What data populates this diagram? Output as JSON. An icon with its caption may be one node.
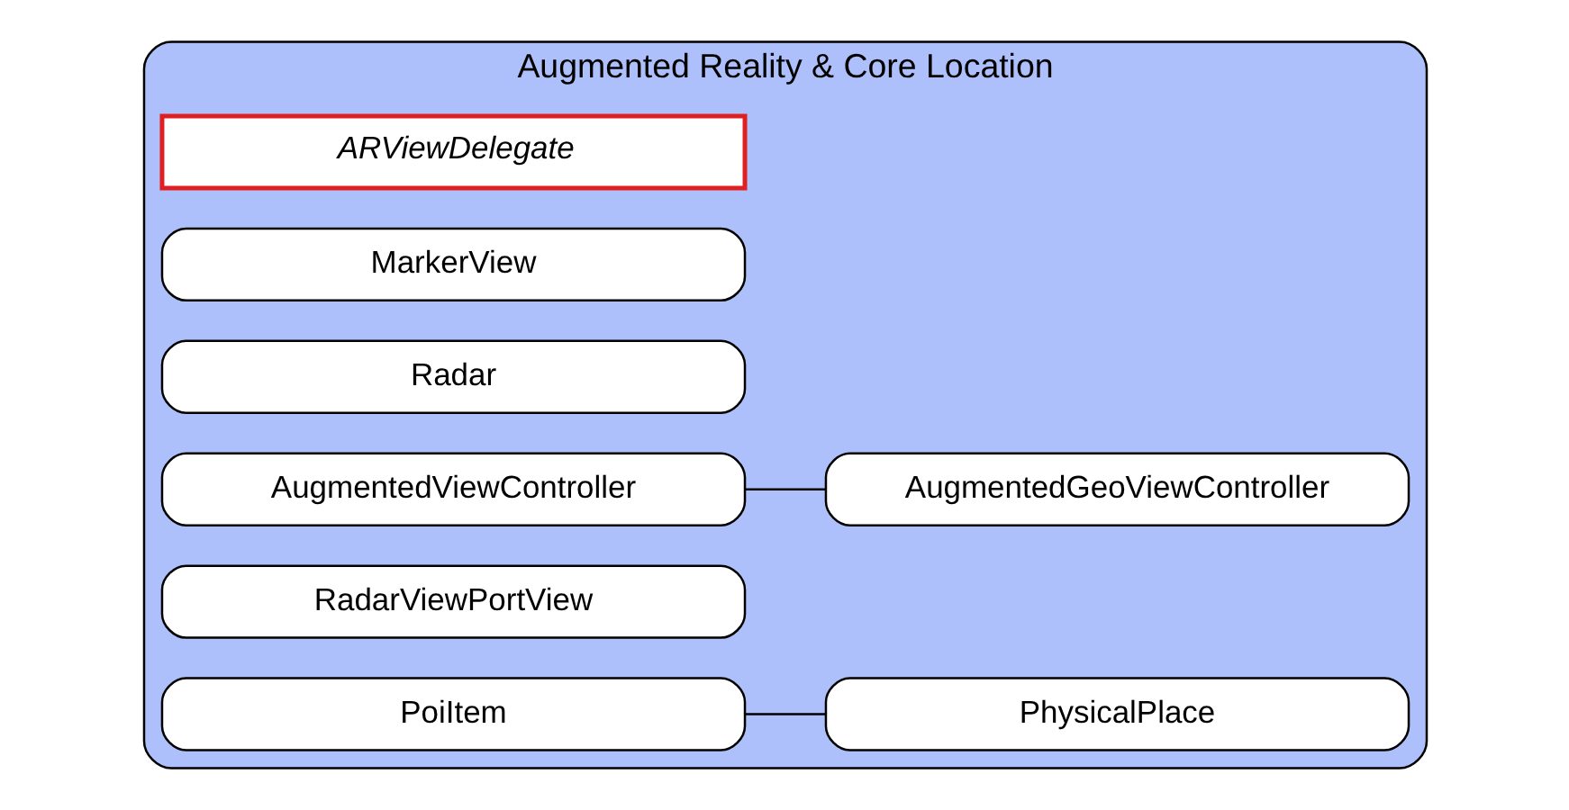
{
  "diagram": {
    "nodes": [
      {
        "text": [
          "Augmented Reality & Core Location"
        ]
      },
      {
        "text": [
          "PoiItem"
        ],
        "in": 0
      },
      {
        "text": [
          "PhysicalPlace"
        ],
        "in": 0
      },
      {
        "text": [
          "RadarViewPortView"
        ],
        "in": 0
      },
      {
        "text": [
          "AugmentedViewController"
        ],
        "in": 0
      },
      {
        "text": [
          "AugmentedGeoViewController"
        ],
        "in": 0
      },
      {
        "text": [
          "Radar"
        ],
        "in": 0
      },
      {
        "text": [
          "MarkerView"
        ],
        "in": 0
      },
      {
        "text": [
          "ARViewDelegate"
        ],
        "in": 0
      }
    ],
    "edges": [
      {
        "from": 1,
        "to": 2,
        "arrow": "none"
      },
      {
        "from": 4,
        "to": 5,
        "arrow": "none"
      }
    ]
  }
}
